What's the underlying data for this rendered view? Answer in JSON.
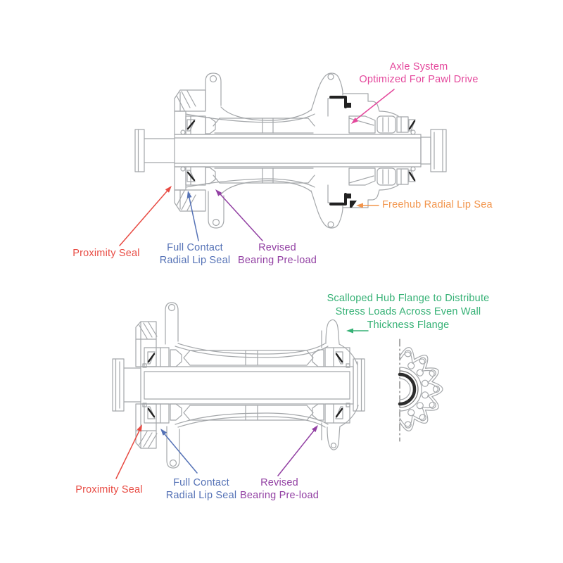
{
  "page": {
    "background": "#ffffff"
  },
  "colors": {
    "line": "#a4a7aa",
    "dark": "#222222",
    "pink": "#e4489c",
    "orange": "#f2954c",
    "red": "#e84b43",
    "blue": "#5572b6",
    "purple": "#9240a3",
    "green": "#35b175"
  },
  "annotations": {
    "rear_hub": {
      "axle_system": {
        "line1": "Axle System",
        "line2": "Optimized For Pawl Drive"
      },
      "freehub_seal": {
        "line1": "Freehub Radial Lip Sea"
      },
      "proximity_seal": {
        "line1": "Proximity Seal"
      },
      "full_contact_seal": {
        "line1": "Full Contact",
        "line2": "Radial Lip Seal"
      },
      "bearing_preload": {
        "line1": "Revised",
        "line2": "Bearing Pre-load"
      }
    },
    "front_hub": {
      "scalloped_flange": {
        "line1": "Scalloped Hub Flange to Distribute",
        "line2": "Stress Loads Across Even Wall",
        "line3": "Thickness Flange"
      },
      "proximity_seal": {
        "line1": "Proximity Seal"
      },
      "full_contact_seal": {
        "line1": "Full Contact",
        "line2": "Radial Lip Seal"
      },
      "bearing_preload": {
        "line1": "Revised",
        "line2": "Bearing Pre-load"
      }
    }
  }
}
